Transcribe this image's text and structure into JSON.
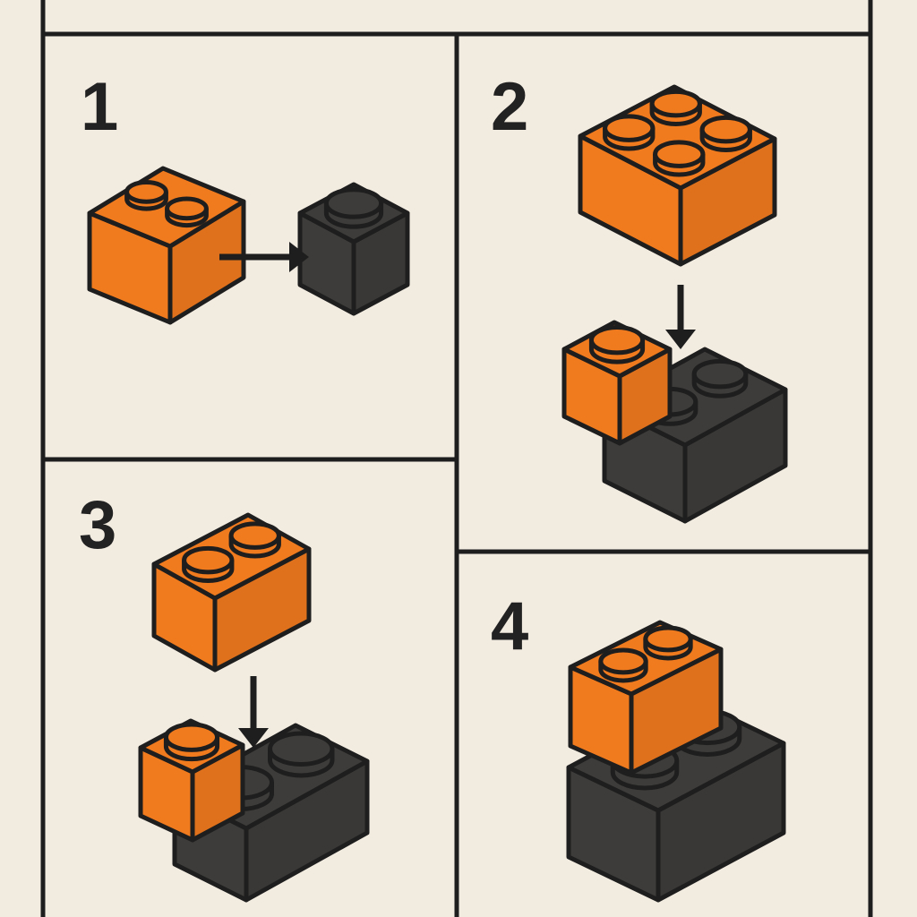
{
  "steps": [
    {
      "number": "1"
    },
    {
      "number": "2"
    },
    {
      "number": "3"
    },
    {
      "number": "4"
    }
  ],
  "colors": {
    "background": "#f2ebe0",
    "orange": "#f07a1e",
    "dark": "#3d3c3a",
    "line": "#1e1e1e"
  }
}
